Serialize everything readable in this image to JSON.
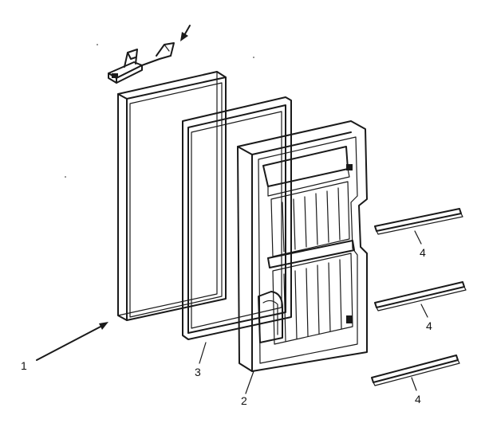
{
  "diagram": {
    "callouts": {
      "door_panel": "1",
      "liner": "2",
      "gasket": "3",
      "shelf_bar_top": "4",
      "shelf_bar_middle": "4",
      "shelf_bar_bottom": "4"
    },
    "colors": {
      "ink": "#1a1a1a",
      "background": "#ffffff"
    },
    "icons": [
      "arrow-icon",
      "hinge-icon"
    ]
  }
}
